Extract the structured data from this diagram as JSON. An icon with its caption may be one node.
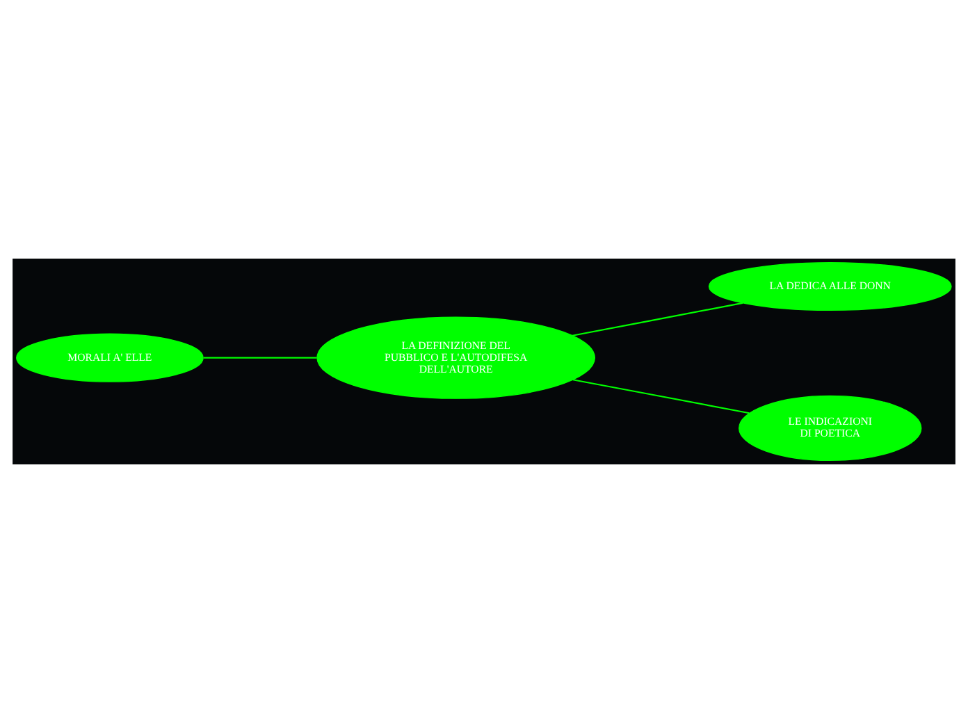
{
  "diagram": {
    "nodes": [
      {
        "text": [
          "MORALI A' ELLE"
        ]
      },
      {
        "text": [
          "LA DEFINIZIONE DEL PUBBLICO E L'AUTODIFESA DELL'AUTORE"
        ]
      },
      {
        "text": [
          "LA DEDICA ALLE DONN"
        ]
      },
      {
        "text": [
          "LE INDICAZIONI DI POETICA"
        ]
      }
    ],
    "edges": [
      {
        "from": 0,
        "to": 1,
        "arrow": "none"
      },
      {
        "from": 1,
        "to": 2,
        "arrow": "none"
      },
      {
        "from": 1,
        "to": 3,
        "arrow": "none"
      }
    ]
  }
}
